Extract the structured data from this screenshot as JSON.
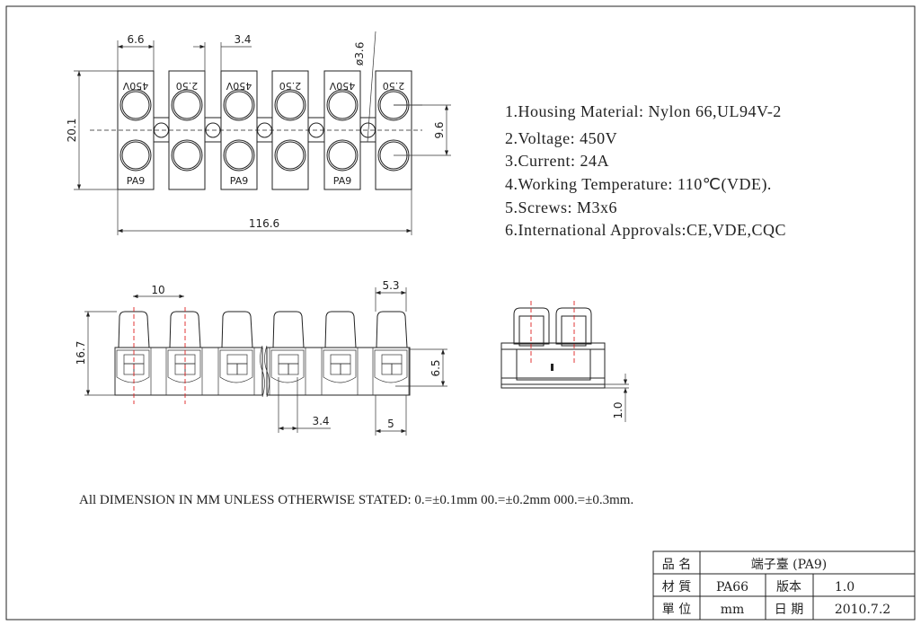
{
  "top_view": {
    "dims": {
      "block_width": "6.6",
      "gap": "3.4",
      "hole_dia": "ø3.6",
      "height": "20.1",
      "total_length": "116.6",
      "hole_pitch": "9.6"
    },
    "block_labels": {
      "voltage": "450V",
      "size": "2.50",
      "model": "PA9"
    }
  },
  "side_view": {
    "dims": {
      "pitch": "10",
      "height": "16.7",
      "cap_width": "5.3",
      "body_height": "6.5",
      "gap": "3.4",
      "body_width": "5"
    }
  },
  "section_view": {
    "dims": {
      "base": "1.0"
    }
  },
  "specs": [
    "1.Housing Material: Nylon 66,UL94V-2",
    "2.Voltage: 450V",
    "3.Current: 24A",
    "4.Working Temperature: 110℃(VDE).",
    "5.Screws: M3x6",
    "6.International Approvals:CE,VDE,CQC"
  ],
  "tolerance_note": "All DIMENSION IN MM UNLESS OTHERWISE STATED: 0.=±0.1mm  00.=±0.2mm  000.=±0.3mm.",
  "title_block": {
    "name_label": "品 名",
    "name_value": "端子臺 (PA9)",
    "material_label": "材 質",
    "material_value": "PA66",
    "version_label": "版本",
    "version_value": "1.0",
    "unit_label": "單 位",
    "unit_value": "mm",
    "date_label": "日 期",
    "date_value": "2010.7.2"
  },
  "colors": {
    "line": "#222222",
    "centerline": "#dd2222"
  }
}
